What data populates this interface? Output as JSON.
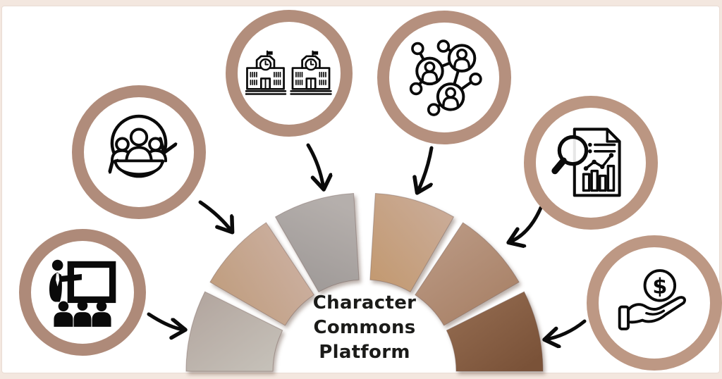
{
  "frame": {
    "background": "#f3e7df",
    "canvas": "#ffffff"
  },
  "title": {
    "lines": [
      "Character",
      "Commons",
      "Platform"
    ],
    "color": "#1b1b19"
  },
  "arrow_color": "#0b0b0b",
  "ink_color": "#0a0a0a",
  "nodes": [
    {
      "id": "training-presentation",
      "icon": "presentation-board-icon",
      "ring_color": "#ae8a79"
    },
    {
      "id": "community-cycle",
      "icon": "people-cycle-icon",
      "ring_color": "#b08c7b"
    },
    {
      "id": "schools",
      "icon": "school-buildings-icon",
      "ring_color": "#b28e7c"
    },
    {
      "id": "people-network",
      "icon": "network-people-icon",
      "ring_color": "#b5907e"
    },
    {
      "id": "research-report",
      "icon": "magnifier-report-icon",
      "ring_color": "#bb9682"
    },
    {
      "id": "funding",
      "icon": "hand-coin-icon",
      "ring_color": "#bd9884",
      "currency_symbol": "$"
    }
  ],
  "arch": {
    "segments": [
      {
        "position": "far-left",
        "color_start": "#b2a59e",
        "color_end": "#c5c0b8"
      },
      {
        "position": "upper-left",
        "color_start": "#bf9c7c",
        "color_end": "#cdb2a5"
      },
      {
        "position": "top-left",
        "color_start": "#9c9795",
        "color_end": "#b5afac"
      },
      {
        "position": "top-right",
        "color_start": "#c2986e",
        "color_end": "#cbae9d"
      },
      {
        "position": "upper-right",
        "color_start": "#bb9a85",
        "color_end": "#a67e63"
      },
      {
        "position": "far-right",
        "color_start": "#956d52",
        "color_end": "#7a5238"
      }
    ]
  }
}
